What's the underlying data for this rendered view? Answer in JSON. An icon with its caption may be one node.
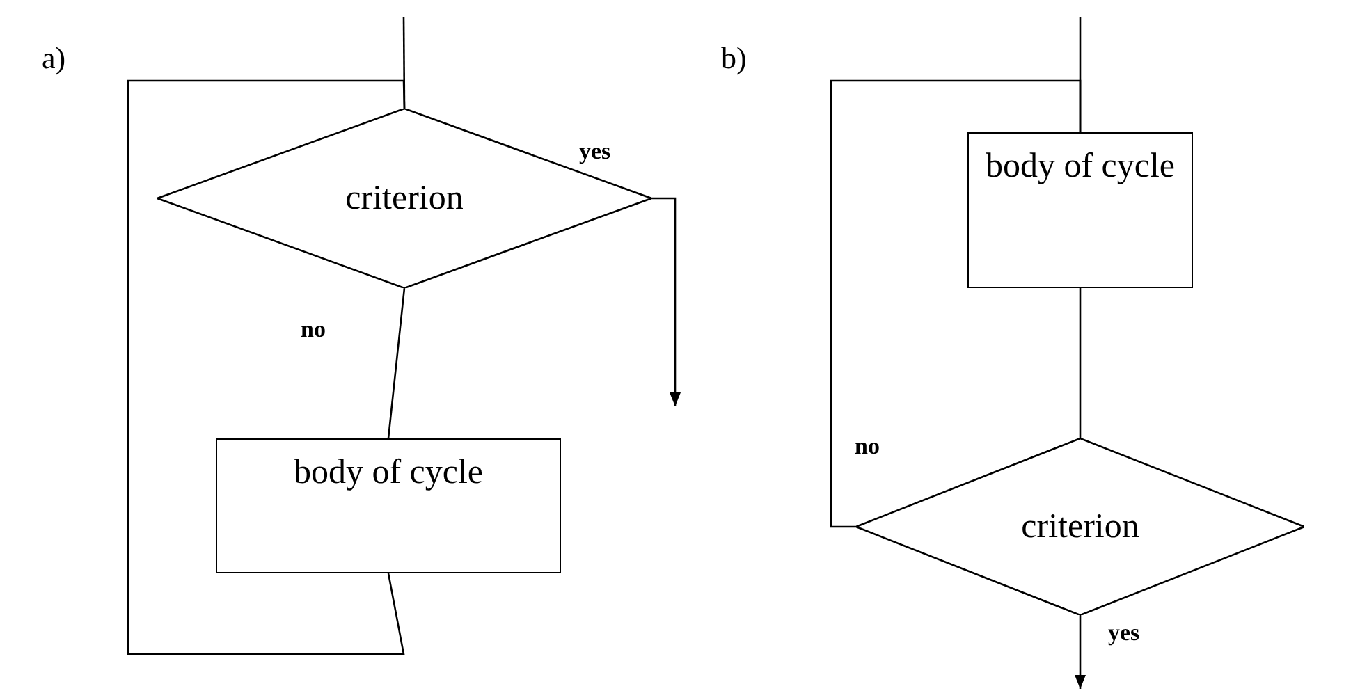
{
  "diagram": {
    "nodes": [
      {
        "text": [
          "criterion"
        ]
      },
      {
        "text": [
          "body of cycle"
        ]
      },
      {
        "text": [
          "body of cycle"
        ]
      },
      {
        "text": [
          "criterion"
        ]
      }
    ],
    "edges": [
      {
        "from": null,
        "to": 0,
        "arrow": "none"
      },
      {
        "from": 0,
        "to": null,
        "arrow": "to",
        "label": "yes"
      },
      {
        "from": 0,
        "to": 1,
        "arrow": "none",
        "label": "no"
      },
      {
        "from": 1,
        "to": 0,
        "arrow": "none"
      },
      {
        "from": null,
        "to": 2,
        "arrow": "none"
      },
      {
        "from": 2,
        "to": 3,
        "arrow": "none"
      },
      {
        "from": 3,
        "to": 2,
        "arrow": "none",
        "label": "no"
      },
      {
        "from": 3,
        "to": null,
        "arrow": "to",
        "label": "yes"
      }
    ],
    "labels": [
      "a)",
      "b)"
    ]
  }
}
